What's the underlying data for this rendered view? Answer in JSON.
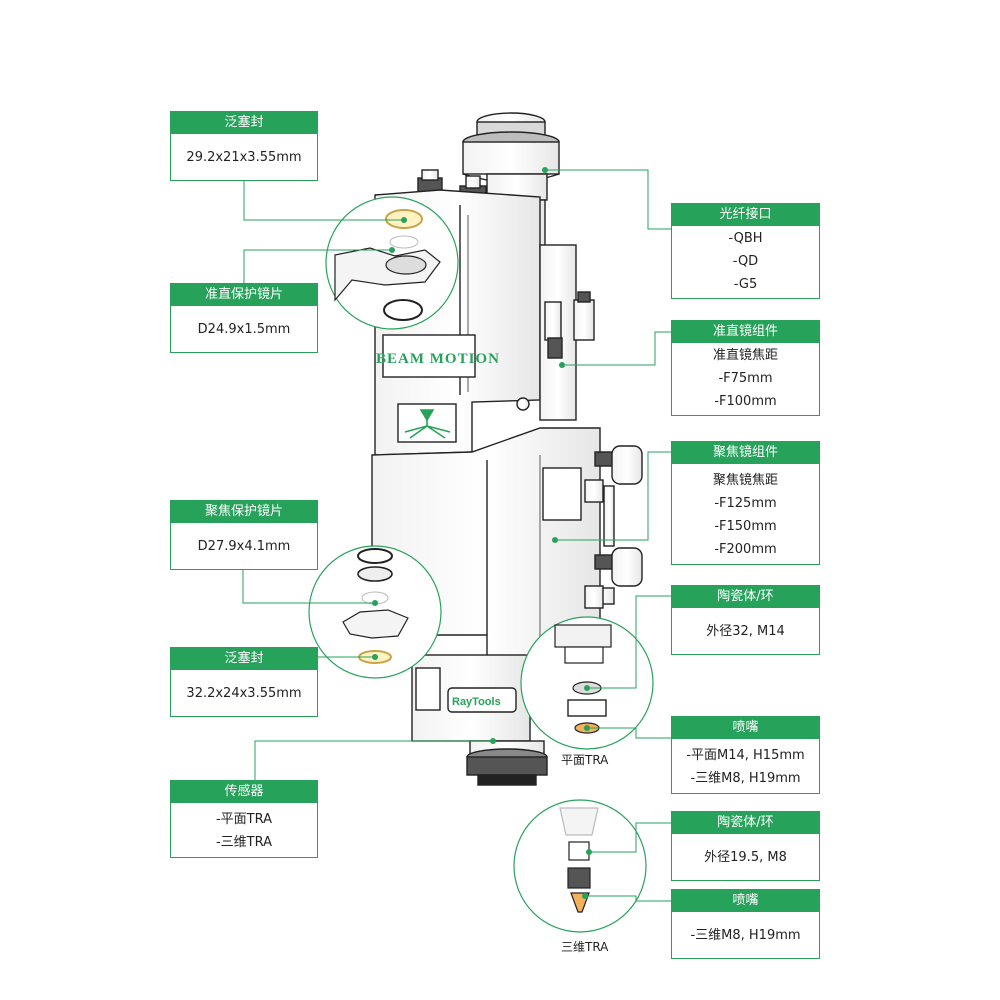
{
  "colors": {
    "accent": "#27a25b",
    "line": "#27a25b",
    "ink": "#222222"
  },
  "product": {
    "brand_label": "BEAM MOTION",
    "logo_text": "RayTools"
  },
  "callouts": {
    "seal_top": {
      "title": "泛塞封",
      "lines": [
        "29.2x21x3.55mm"
      ]
    },
    "collimator_protect": {
      "title": "准直保护镜片",
      "lines": [
        "D24.9x1.5mm"
      ]
    },
    "focus_protect": {
      "title": "聚焦保护镜片",
      "lines": [
        "D27.9x4.1mm"
      ]
    },
    "seal_bottom": {
      "title": "泛塞封",
      "lines": [
        "32.2x24x3.55mm"
      ]
    },
    "sensor": {
      "title": "传感器",
      "lines": [
        "-平面TRA",
        "-三维TRA"
      ]
    },
    "fiber": {
      "title": "光纤接口",
      "lines": [
        "-QBH",
        "-QD",
        "-G5"
      ]
    },
    "collimator": {
      "title": "准直镜组件",
      "lines": [
        "准直镜焦距",
        "-F75mm",
        "-F100mm"
      ]
    },
    "focus": {
      "title": "聚焦镜组件",
      "lines": [
        "聚焦镜焦距",
        "-F125mm",
        "-F150mm",
        "-F200mm"
      ]
    },
    "ceramic_1": {
      "title": "陶瓷体/环",
      "lines": [
        "外径32, M14"
      ]
    },
    "nozzle_1": {
      "title": "喷嘴",
      "lines": [
        "-平面M14, H15mm",
        "-三维M8, H19mm"
      ]
    },
    "ceramic_2": {
      "title": "陶瓷体/环",
      "lines": [
        "外径19.5, M8"
      ]
    },
    "nozzle_2": {
      "title": "喷嘴",
      "lines": [
        "-三维M8, H19mm"
      ]
    }
  },
  "captions": {
    "flat_tra": "平面TRA",
    "3d_tra": "三维TRA"
  }
}
